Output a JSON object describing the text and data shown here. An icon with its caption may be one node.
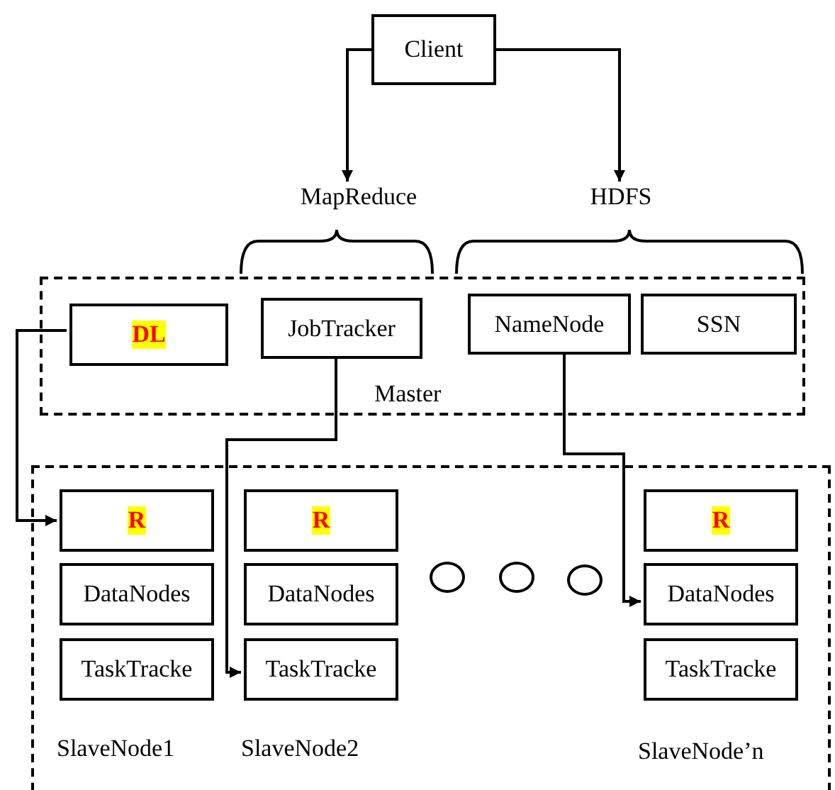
{
  "diagram": {
    "nodes": [
      {
        "text": [
          "Client"
        ]
      },
      {
        "text": [
          "MapReduce"
        ]
      },
      {
        "text": [
          "HDFS"
        ]
      },
      {
        "text": [
          "Master"
        ]
      },
      {
        "text": [
          "DL"
        ],
        "in": 3
      },
      {
        "text": [
          "JobTracker"
        ],
        "in": 3
      },
      {
        "text": [
          "NameNode"
        ],
        "in": 3
      },
      {
        "text": [
          "SSN"
        ],
        "in": 3
      },
      {
        "text": [],
        "shape": "box"
      },
      {
        "text": [
          "R"
        ],
        "in": 8
      },
      {
        "text": [
          "R"
        ],
        "in": 8
      },
      {
        "text": [
          "R"
        ],
        "in": 8
      },
      {
        "text": [
          "DataNodes"
        ],
        "in": 8
      },
      {
        "text": [
          "DataNodes"
        ],
        "in": 8
      },
      {
        "text": [],
        "shape": "circle",
        "in": 8
      },
      {
        "text": [],
        "shape": "circle",
        "in": 8
      },
      {
        "text": [],
        "shape": "circle",
        "in": 8
      },
      {
        "text": [
          "DataNodes"
        ],
        "in": 8
      },
      {
        "text": [
          "TaskTracke"
        ],
        "in": 8
      },
      {
        "text": [
          "TaskTracke"
        ],
        "in": 8
      },
      {
        "text": [
          "TaskTracke"
        ],
        "in": 8
      }
    ],
    "edges": [
      {
        "from": 0,
        "to": 1,
        "arrow": "to"
      },
      {
        "from": 0,
        "to": 2,
        "arrow": "to"
      },
      {
        "from": 4,
        "to": 9,
        "arrow": "to"
      },
      {
        "from": 5,
        "to": 19,
        "arrow": "to"
      },
      {
        "from": 6,
        "to": 17,
        "arrow": "to"
      }
    ],
    "labels": [
      "SlaveNode1",
      "SlaveNode2",
      "SlaveNode’n"
    ]
  }
}
